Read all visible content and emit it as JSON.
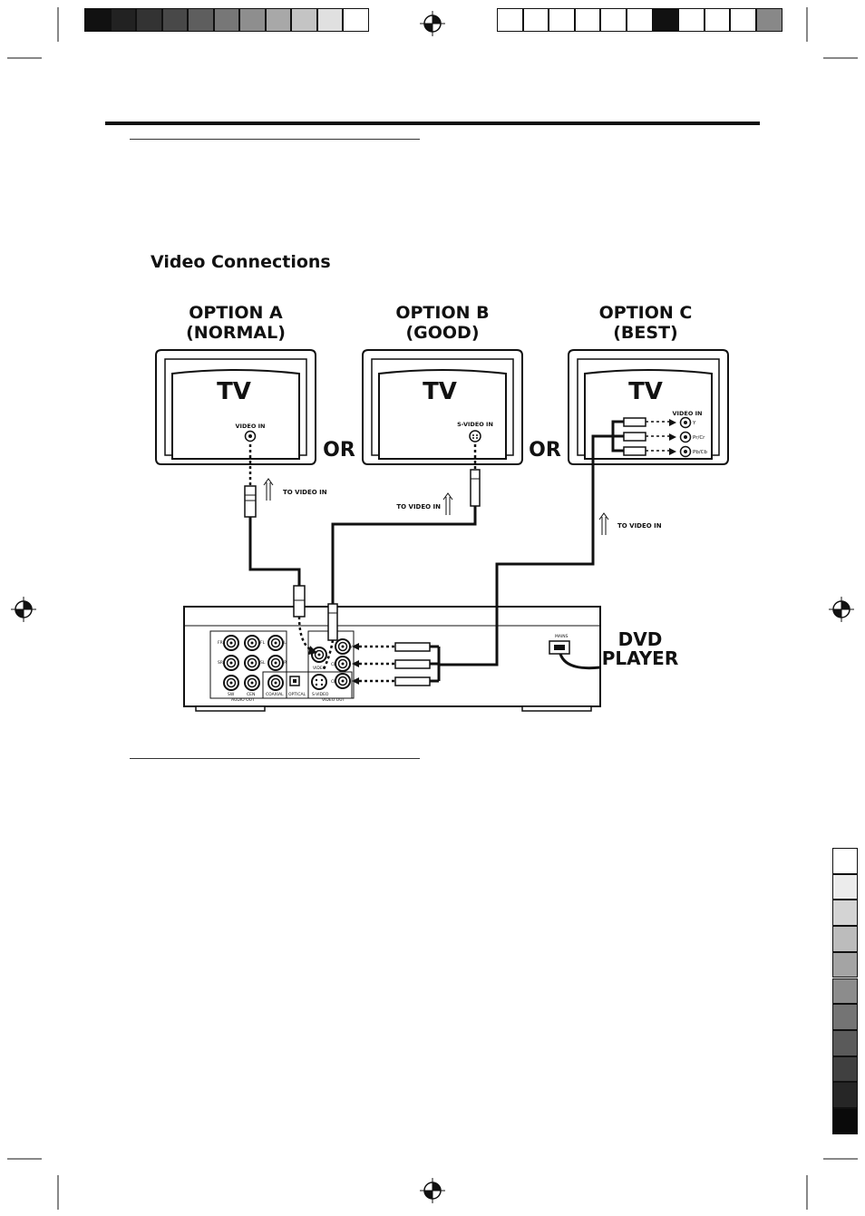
{
  "section_title": "Video Connections",
  "options": [
    {
      "title": "OPTION A",
      "quality": "(NORMAL)"
    },
    {
      "title": "OPTION B",
      "quality": "(GOOD)"
    },
    {
      "title": "OPTION C",
      "quality": "(BEST)"
    }
  ],
  "tv_label": "TV",
  "or_label": "OR",
  "tv_jacks": {
    "a": "VIDEO IN",
    "b": "S-VIDEO IN",
    "c": "VIDEO IN",
    "c_y": "Y",
    "c_pb": "Pb/Cb",
    "c_pr": "Pr/Cr"
  },
  "to_video_in": "TO VIDEO IN",
  "dvd_player": {
    "line1": "DVD",
    "line2": "PLAYER"
  },
  "panel": {
    "mains": "MAINS",
    "fr": "FR",
    "fl": "FL",
    "l": "L",
    "sr": "SR",
    "sl": "SL",
    "r": "R",
    "sw": "SW",
    "cen": "CEN",
    "coaxial": "COAXIAL",
    "audio_out": "AUDIO OUT",
    "optical": "OPTICAL",
    "video": "VIDEO",
    "s_video": "S-VIDEO",
    "video_out": "VIDEO OUT",
    "y": "Y",
    "cb": "CB",
    "cr": "CR"
  },
  "colors": {
    "ink": "#111111",
    "top_bar_grays": [
      "#111111",
      "#222222",
      "#333333",
      "#484848",
      "#5e5e5e",
      "#777777",
      "#8e8e8e",
      "#a8a8a8",
      "#c4c4c4",
      "#e0e0e0",
      "#ffffff"
    ],
    "side_bar_grays": [
      "#ffffff",
      "#ececec",
      "#d4d4d4",
      "#bcbcbc",
      "#a4a4a4",
      "#8c8c8c",
      "#747474",
      "#5a5a5a",
      "#404040",
      "#262626",
      "#0a0a0a"
    ]
  }
}
